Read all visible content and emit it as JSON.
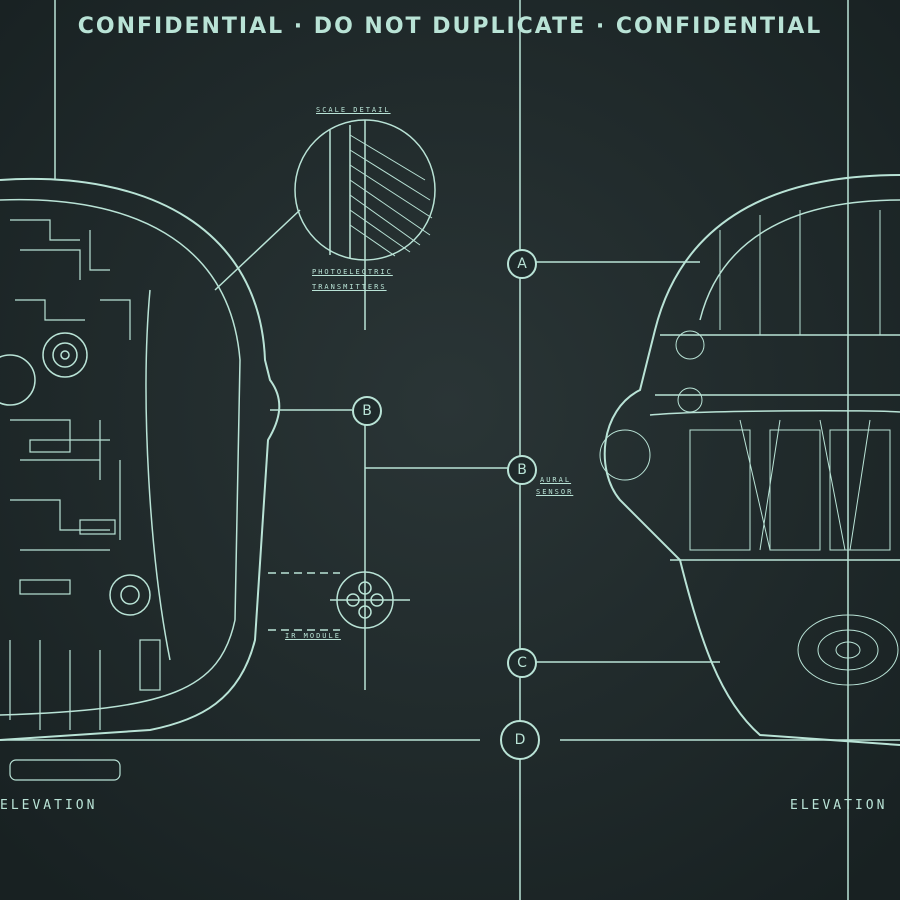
{
  "header": {
    "title": "CONFIDENTIAL · DO NOT DUPLICATE · CONFIDENTIAL"
  },
  "callouts": {
    "scale_detail": "SCALE DETAIL",
    "photoelectric_line1": "PHOTOELECTRIC",
    "photoelectric_line2": "TRANSMITTERS",
    "aural_line1": "AURAL",
    "aural_line2": "SENSOR",
    "ir_module": "IR MODULE"
  },
  "markers": {
    "a": "A",
    "b_left": "B",
    "b_mid": "B",
    "c": "C",
    "d": "D"
  },
  "labels": {
    "elevation_left": "ELEVATION",
    "elevation_right": "ELEVATION"
  },
  "colors": {
    "background": "#1f2a2b",
    "line": "#b9e3d6"
  }
}
